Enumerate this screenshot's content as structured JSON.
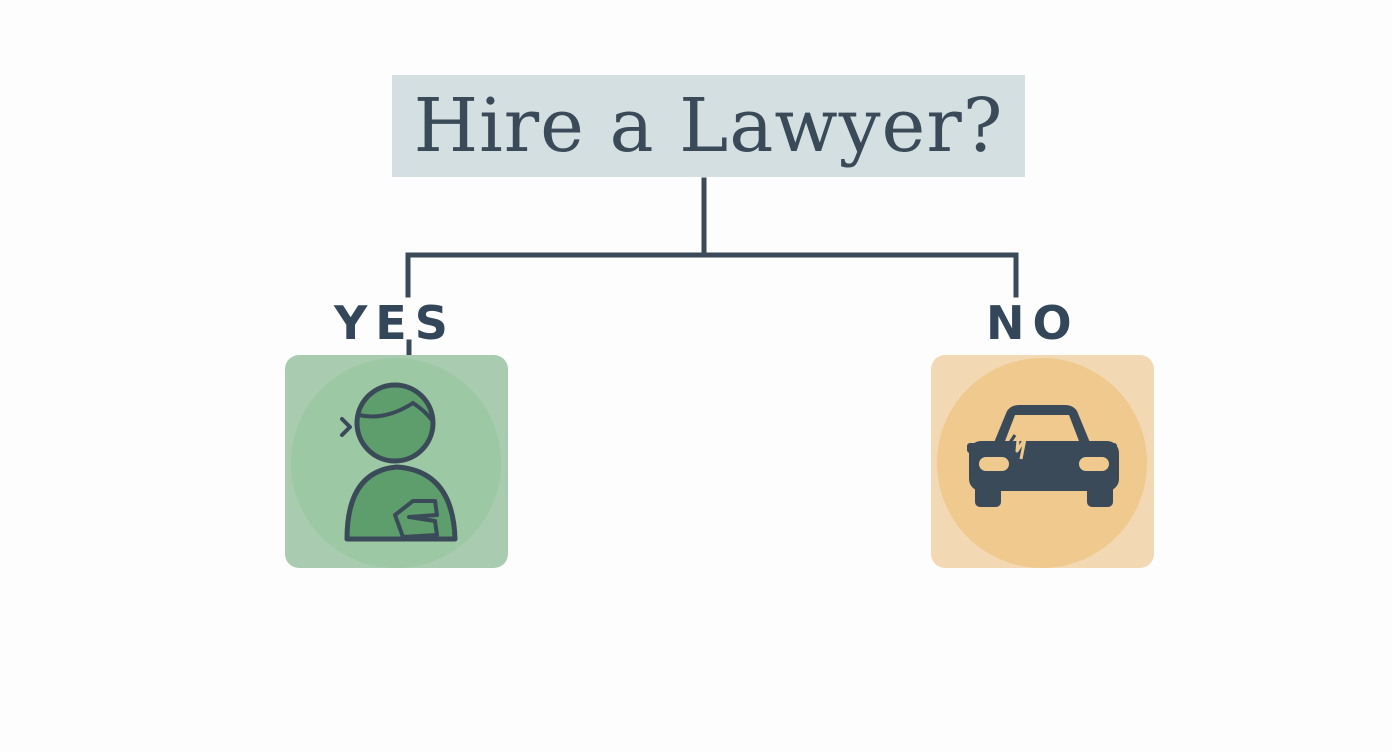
{
  "diagram": {
    "title": "Hire a Lawyer?",
    "branches": [
      {
        "label": "YES",
        "icon": "person-icon"
      },
      {
        "label": "NO",
        "icon": "car-crash-icon"
      }
    ]
  },
  "colors": {
    "title_bg": "#d3dfe1",
    "ink": "#3b4a58",
    "yes_card": "#a9cbb0",
    "no_card": "#f2d9b3"
  }
}
